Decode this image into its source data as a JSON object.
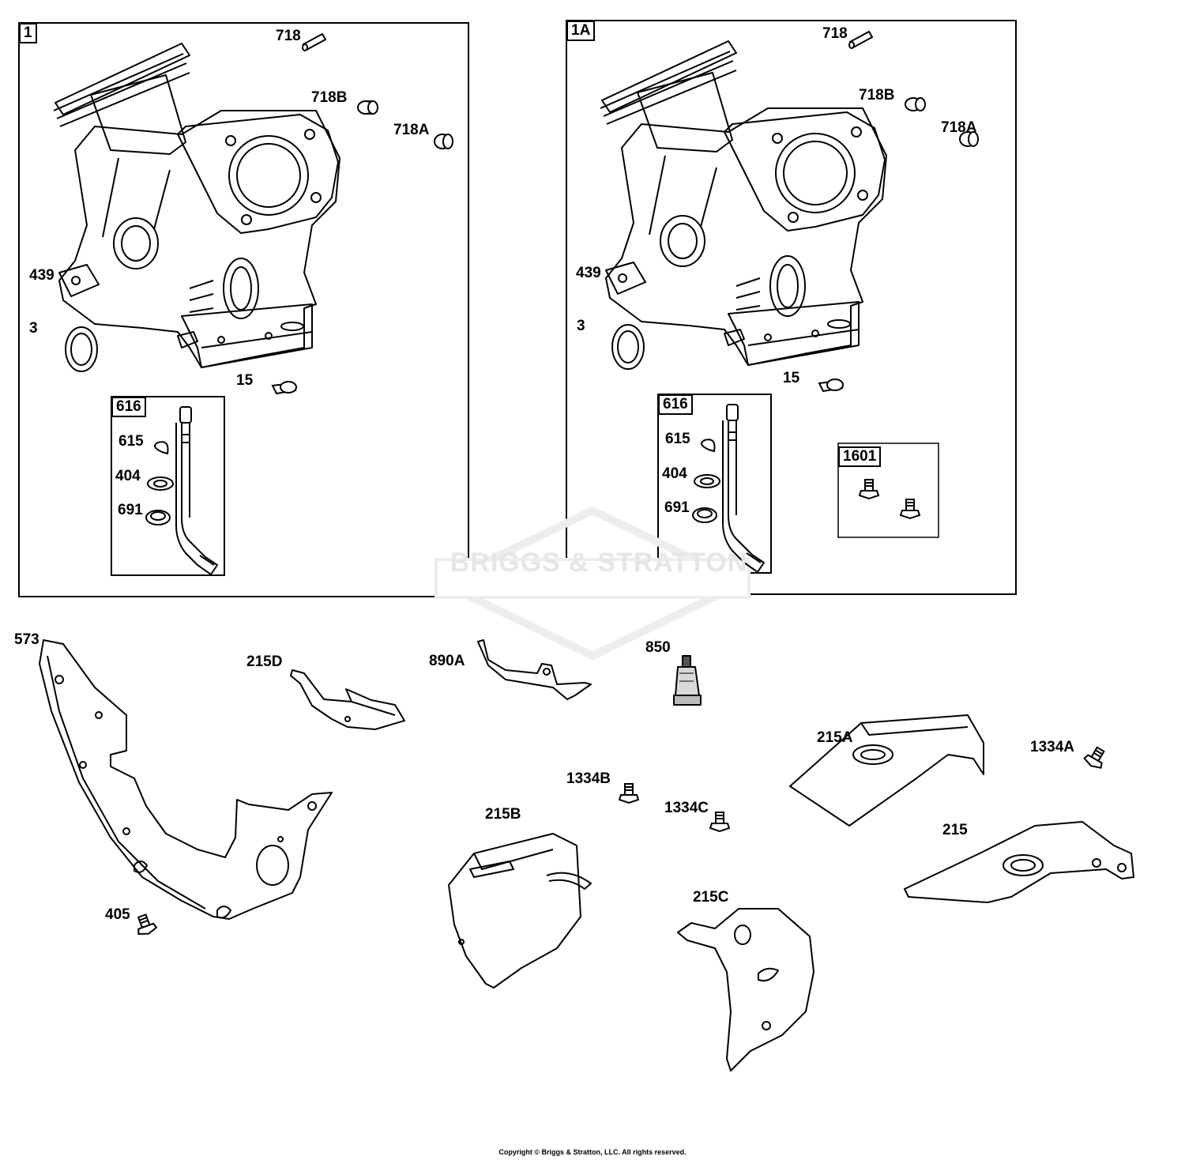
{
  "watermark": "BRIGGS & STRATTON",
  "copyright": "Copyright © Briggs & Stratton, LLC. All rights reserved.",
  "groups": {
    "g1": "1",
    "g1A": "1A",
    "g616a": "616",
    "g616b": "616",
    "g1601": "1601"
  },
  "labels": {
    "p718_1": "718",
    "p718b_1": "718B",
    "p718a_1": "718A",
    "p439_1": "439",
    "p3_1": "3",
    "p15_1": "15",
    "p615_1": "615",
    "p404_1": "404",
    "p691_1": "691",
    "p718_2": "718",
    "p718b_2": "718B",
    "p718a_2": "718A",
    "p439_2": "439",
    "p3_2": "3",
    "p15_2": "15",
    "p615_2": "615",
    "p404_2": "404",
    "p691_2": "691",
    "p573": "573",
    "p215d": "215D",
    "p890a": "890A",
    "p850": "850",
    "p215a": "215A",
    "p1334a": "1334A",
    "p1334b": "1334B",
    "p1334c": "1334C",
    "p215b": "215B",
    "p215": "215",
    "p215c": "215C",
    "p405": "405"
  }
}
